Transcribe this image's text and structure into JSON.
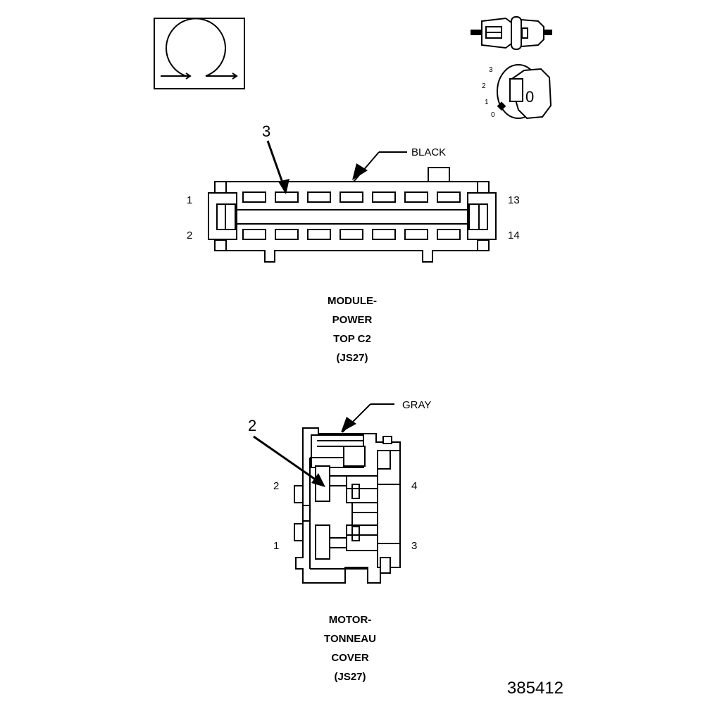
{
  "figure_id": "385412",
  "ignition_icon": {
    "positions": [
      "0",
      "1",
      "2",
      "3"
    ],
    "key_label": "0"
  },
  "connector_top": {
    "color_label": "BLACK",
    "callout_number": "3",
    "pin_top_left": "1",
    "pin_bottom_left": "2",
    "pin_top_right": "13",
    "pin_bottom_right": "14",
    "caption": [
      "MODULE-",
      "POWER",
      "TOP C2",
      "(JS27)"
    ]
  },
  "connector_bottom": {
    "color_label": "GRAY",
    "callout_number": "2",
    "pin_upper_left": "2",
    "pin_lower_left": "1",
    "pin_upper_right": "4",
    "pin_lower_right": "3",
    "caption": [
      "MOTOR-",
      "TONNEAU",
      "COVER",
      "(JS27)"
    ]
  }
}
